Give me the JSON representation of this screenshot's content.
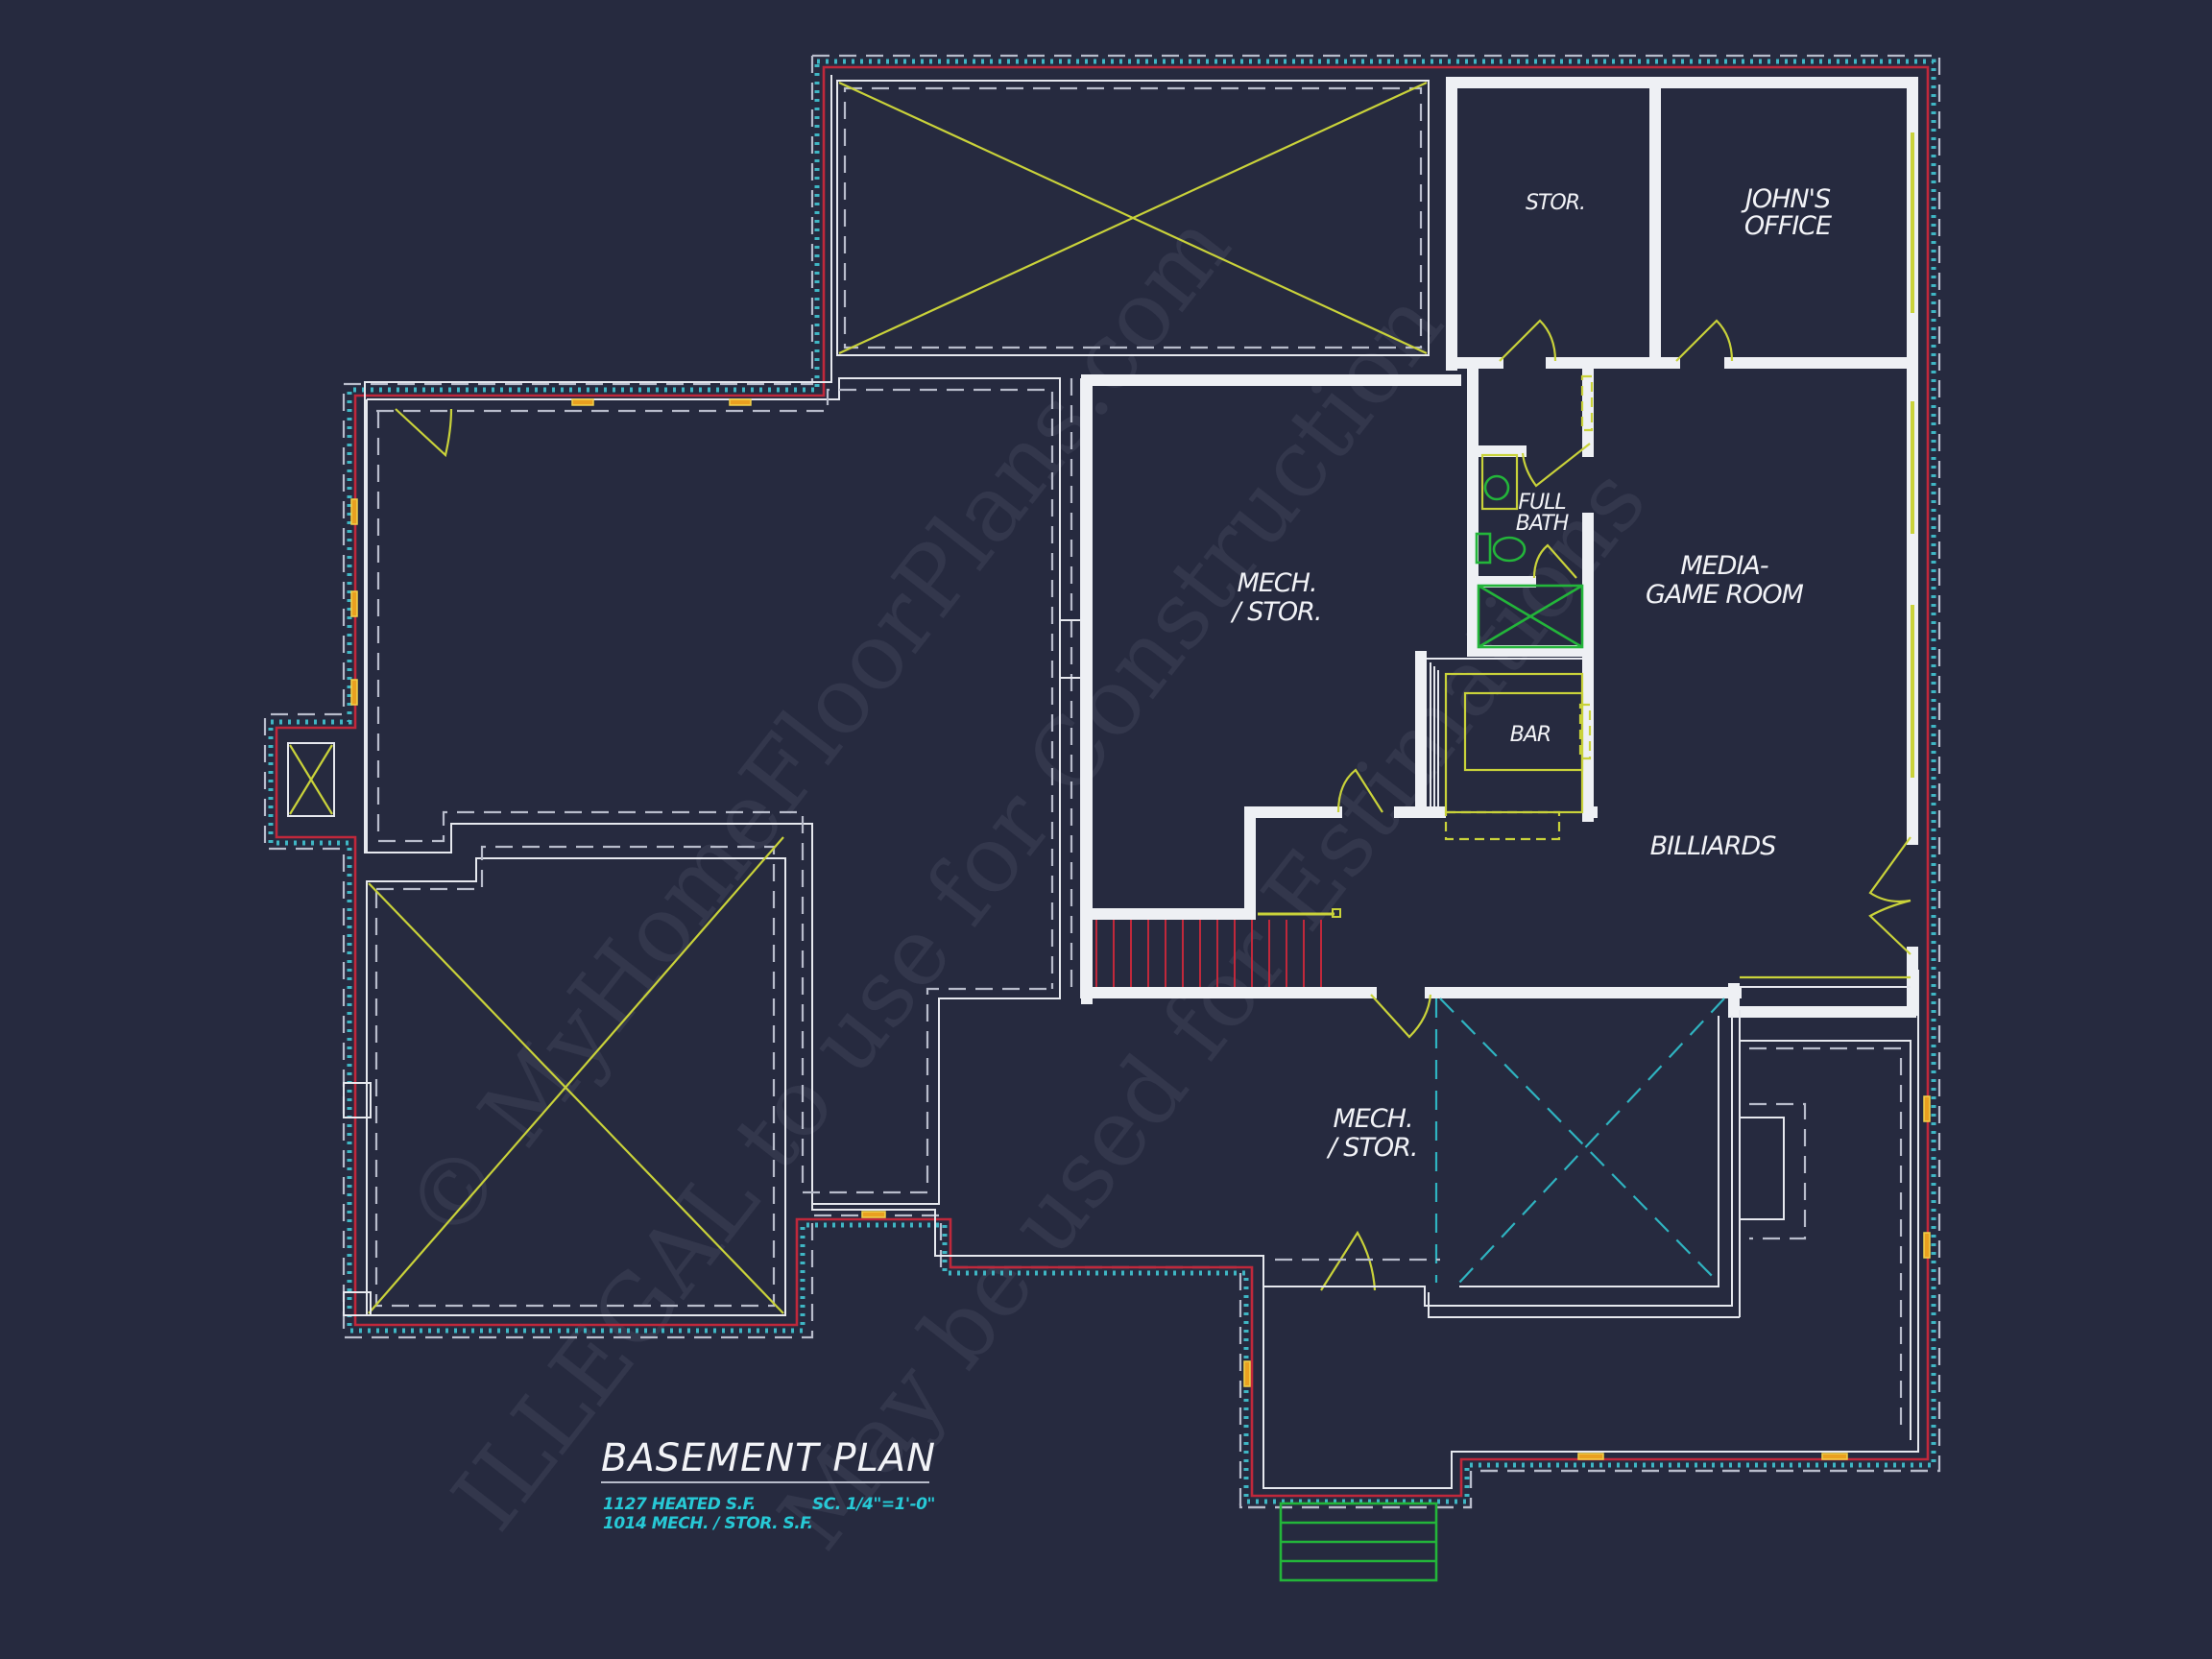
{
  "plan": {
    "title": "BASEMENT PLAN",
    "heated_sf": "1127 HEATED S.F.",
    "mech_sf": "1014 MECH. / STOR. S.F.",
    "scale": "SC. 1/4\"=1'-0\""
  },
  "rooms": {
    "stor": "STOR.",
    "johns_office_1": "JOHN'S",
    "johns_office_2": "OFFICE",
    "full_bath_1": "FULL",
    "full_bath_2": "BATH",
    "mech_stor_upper_1": "MECH.",
    "mech_stor_upper_2": "/ STOR.",
    "media_1": "MEDIA-",
    "media_2": "GAME ROOM",
    "bar": "BAR",
    "billiards": "BILLIARDS",
    "mech_stor_lower_1": "MECH.",
    "mech_stor_lower_2": "/ STOR."
  },
  "watermark": {
    "line1": "© MyHomeFloorPlans.com",
    "line2": "ILLEGAL to use for Construction",
    "line3": "May be used for Estimations"
  },
  "colors": {
    "background": "#262a3f",
    "walls": "#eef0f4",
    "hidden_lines": "#b8bccb",
    "foundation_hatch": "#3fb6c4",
    "exterior_wall_red": "#c0283b",
    "doors_cabinets": "#c9d23a",
    "plumbing": "#23b53a",
    "windows": "#e9a020",
    "annotation_cyan": "#27c9d6"
  }
}
